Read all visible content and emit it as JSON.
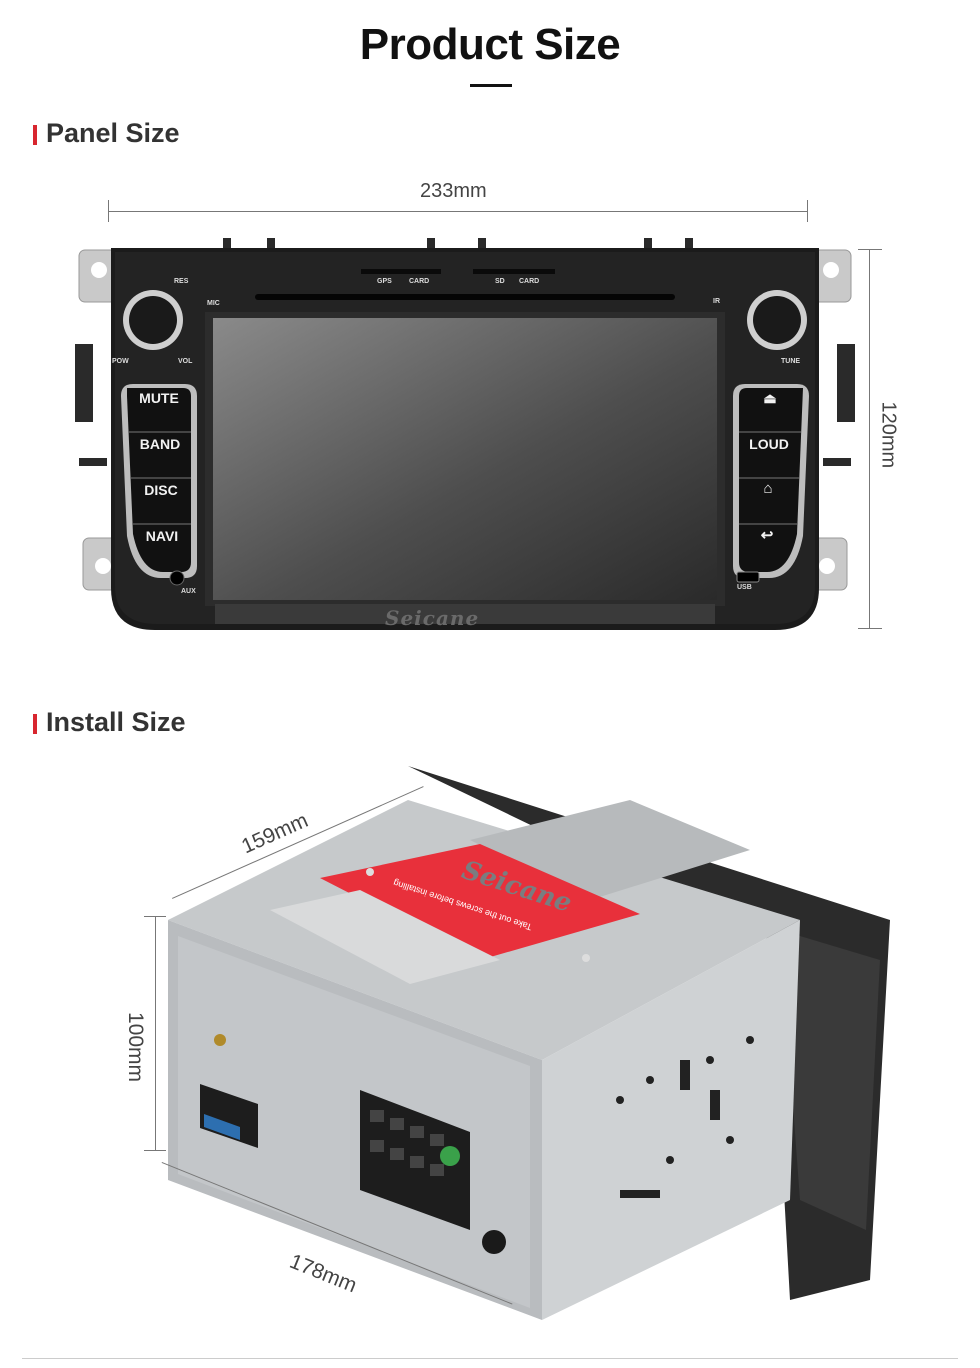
{
  "page": {
    "title": "Product Size"
  },
  "panel_section": {
    "title": "Panel Size",
    "width_label": "233mm",
    "height_label": "120mm"
  },
  "radio": {
    "brand": "Seicane",
    "left_buttons": [
      "MUTE",
      "BAND",
      "DISC",
      "NAVI"
    ],
    "right_buttons": {
      "eject_icon": "eject-icon",
      "loud": "LOUD",
      "home_icon": "home-icon",
      "back_icon": "back-icon"
    },
    "small_labels": {
      "res": "RES",
      "mic": "MIC",
      "gps": "GPS",
      "card1": "CARD",
      "sd": "SD",
      "card2": "CARD",
      "ir": "IR",
      "pow": "POW",
      "vol": "VOL",
      "tune": "TUNE",
      "aux": "AUX",
      "usb": "USB"
    }
  },
  "install_section": {
    "title": "Install Size",
    "depth_label": "159mm",
    "height_label": "100mm",
    "width_label": "178mm",
    "brand": "Seicane",
    "sticker_text": "Take out the screws before installing"
  },
  "colors": {
    "accent": "#d8262f",
    "chassis": "#bfc3c6",
    "panel": "#1c1c1c"
  }
}
